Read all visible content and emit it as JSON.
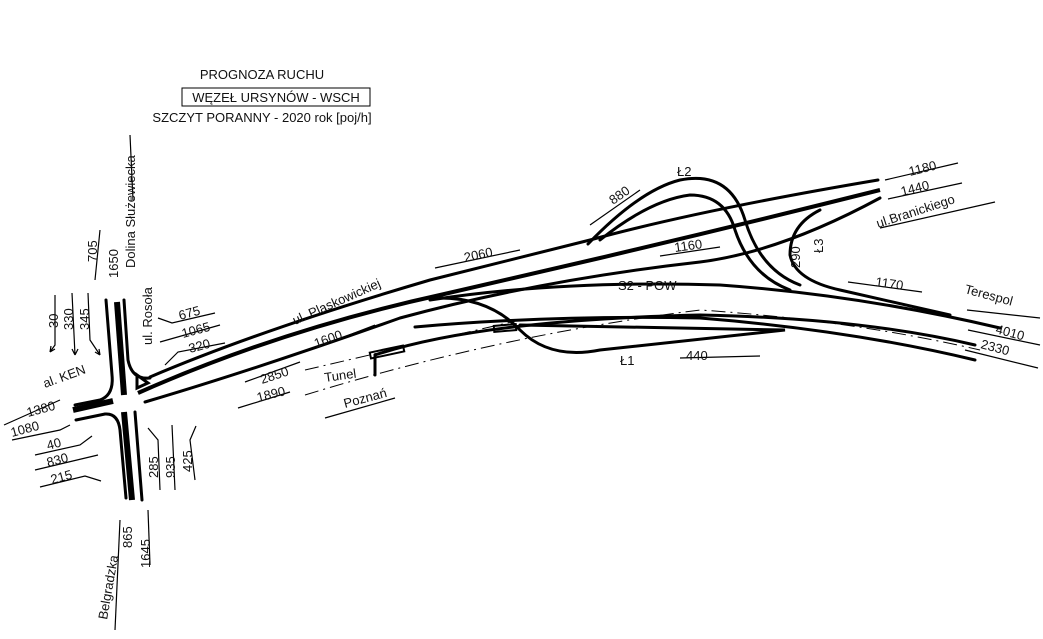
{
  "title": {
    "line1": "PROGNOZA RUCHU",
    "line2": "WĘZEŁ URSYNÓW - WSCH",
    "line3": "SZCZYT PORANNY - 2020 rok [poj/h]"
  },
  "streets": {
    "dolina": "Dolina Służewiecka",
    "rosola": "ul. Rosoła",
    "ken": "al. KEN",
    "belgradzka": "Belgradzka",
    "plaskowickiej": "ul. Plaskowickiej",
    "tunel": "Tunel",
    "poznan": "Poznań",
    "s2": "S2 - POW",
    "l1": "Ł1",
    "l2": "Ł2",
    "l3": "Ł3",
    "branickiego": "ul.Branickiego",
    "terespol": "Terespol"
  },
  "volumes": {
    "v705": "705",
    "v1650": "1650",
    "v30": "30",
    "v330": "330",
    "v345": "345",
    "v675": "675",
    "v1065": "1065",
    "v320": "320",
    "v1380": "1380",
    "v1080": "1080",
    "v40": "40",
    "v830": "830",
    "v215": "215",
    "v285": "285",
    "v935": "935",
    "v425": "425",
    "v865": "865",
    "v1645": "1645",
    "v2060": "2060",
    "v880": "880",
    "v1160": "1160",
    "v290": "290",
    "v1170": "1170",
    "v1180": "1180",
    "v1440": "1440",
    "v1600": "1600",
    "v2850": "2850",
    "v1890": "1890",
    "v440": "440",
    "v4010": "4010",
    "v2330": "2330"
  }
}
